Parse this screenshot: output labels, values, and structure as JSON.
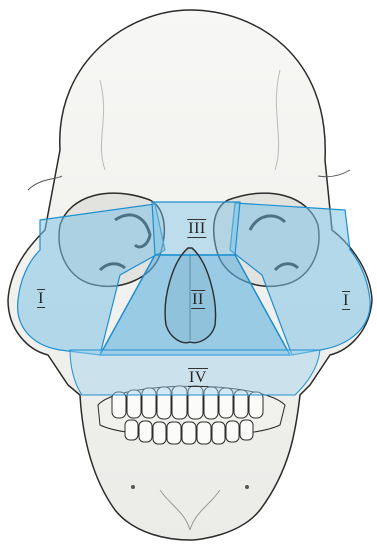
{
  "figure": {
    "labels": {
      "zone_lateral_left": "I",
      "zone_lateral_right": "I",
      "zone_central": "II",
      "zone_upper": "III",
      "zone_lower": "IV"
    },
    "colors": {
      "zone_fill": "#7ec3e6",
      "zone_stroke": "#1d8fcf",
      "bone": "#f4f4f2",
      "outline": "#2b2b2b"
    }
  }
}
